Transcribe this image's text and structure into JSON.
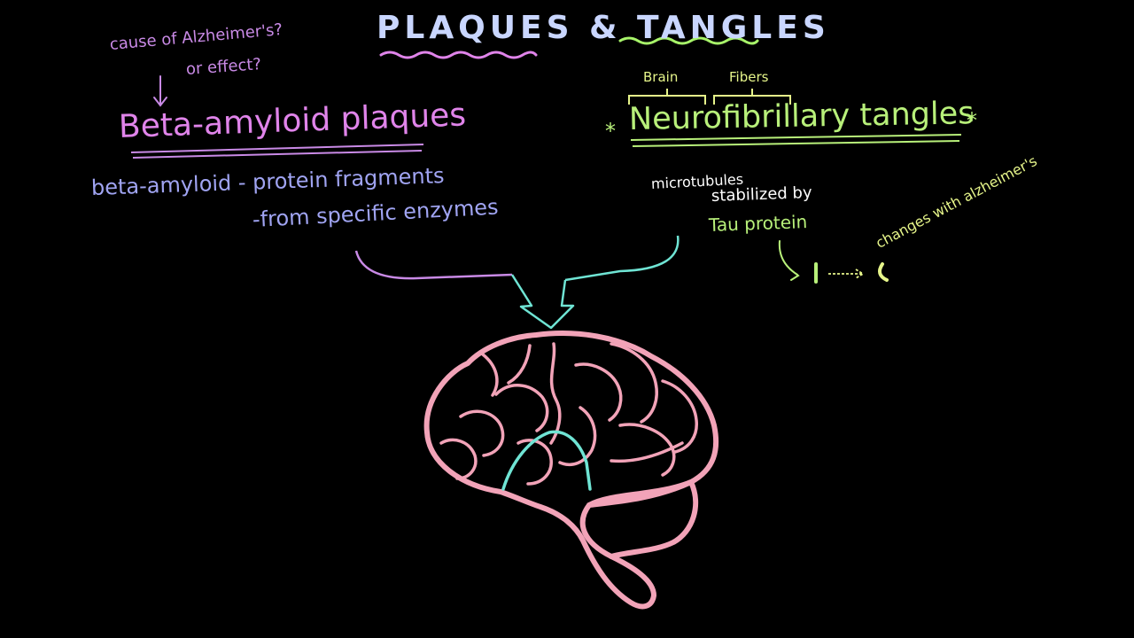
{
  "title": "PLAQUES & TANGLES",
  "question": {
    "line1": "cause of Alzheimer's?",
    "line2": "or effect?"
  },
  "plaques": {
    "heading": "Beta-amyloid plaques",
    "line1": "beta-amyloid - protein fragments",
    "line2": "-from specific enzymes"
  },
  "tangles": {
    "heading": "Neurofibrillary tangles",
    "star": "*",
    "brace_brain": "Brain",
    "brace_fibers": "Fibers",
    "microtubules": "microtubules",
    "stabilized_by": "stabilized by",
    "tau": "Tau protein",
    "changes": "changes with alzheimer's"
  },
  "colors": {
    "background": "#000000",
    "title_blue": "#c9d6ff",
    "title_underline_pink": "#e084ea",
    "title_underline_green": "#a8f56a",
    "purple": "#c98ae6",
    "periwinkle": "#a0a4f2",
    "green": "#b8f07a",
    "yellow_green": "#e6f58a",
    "teal": "#6fe4d4",
    "pink_brain": "#f2a3b8"
  }
}
